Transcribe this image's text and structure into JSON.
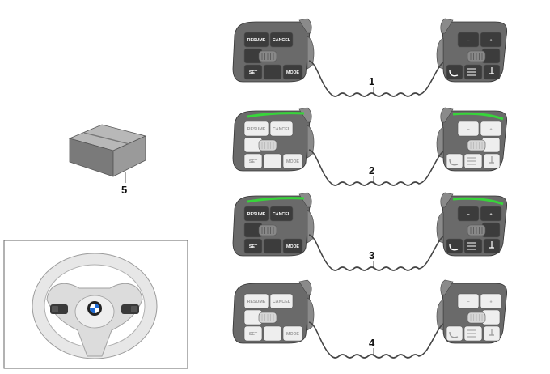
{
  "callouts": {
    "set1": "1",
    "set2": "2",
    "set3": "3",
    "set4": "4",
    "module": "5"
  },
  "button_labels": {
    "resume": "RESUME",
    "cancel": "CANCEL",
    "set": "SET",
    "mode": "MODE",
    "minus": "−",
    "plus": "+"
  },
  "variants": [
    {
      "callout": "1",
      "finish": "dark",
      "accent": "none"
    },
    {
      "callout": "2",
      "finish": "light",
      "accent": "green"
    },
    {
      "callout": "3",
      "finish": "dark",
      "accent": "green"
    },
    {
      "callout": "4",
      "finish": "light",
      "accent": "none"
    }
  ],
  "colors": {
    "accent_green": "#37d43a",
    "dark_button": "#3c3c3c",
    "light_button": "#eeeeee",
    "housing": "#8a8a8a",
    "module_box": "#8c8c8c"
  },
  "inset": {
    "subject": "steering-wheel",
    "logo": "BMW"
  }
}
